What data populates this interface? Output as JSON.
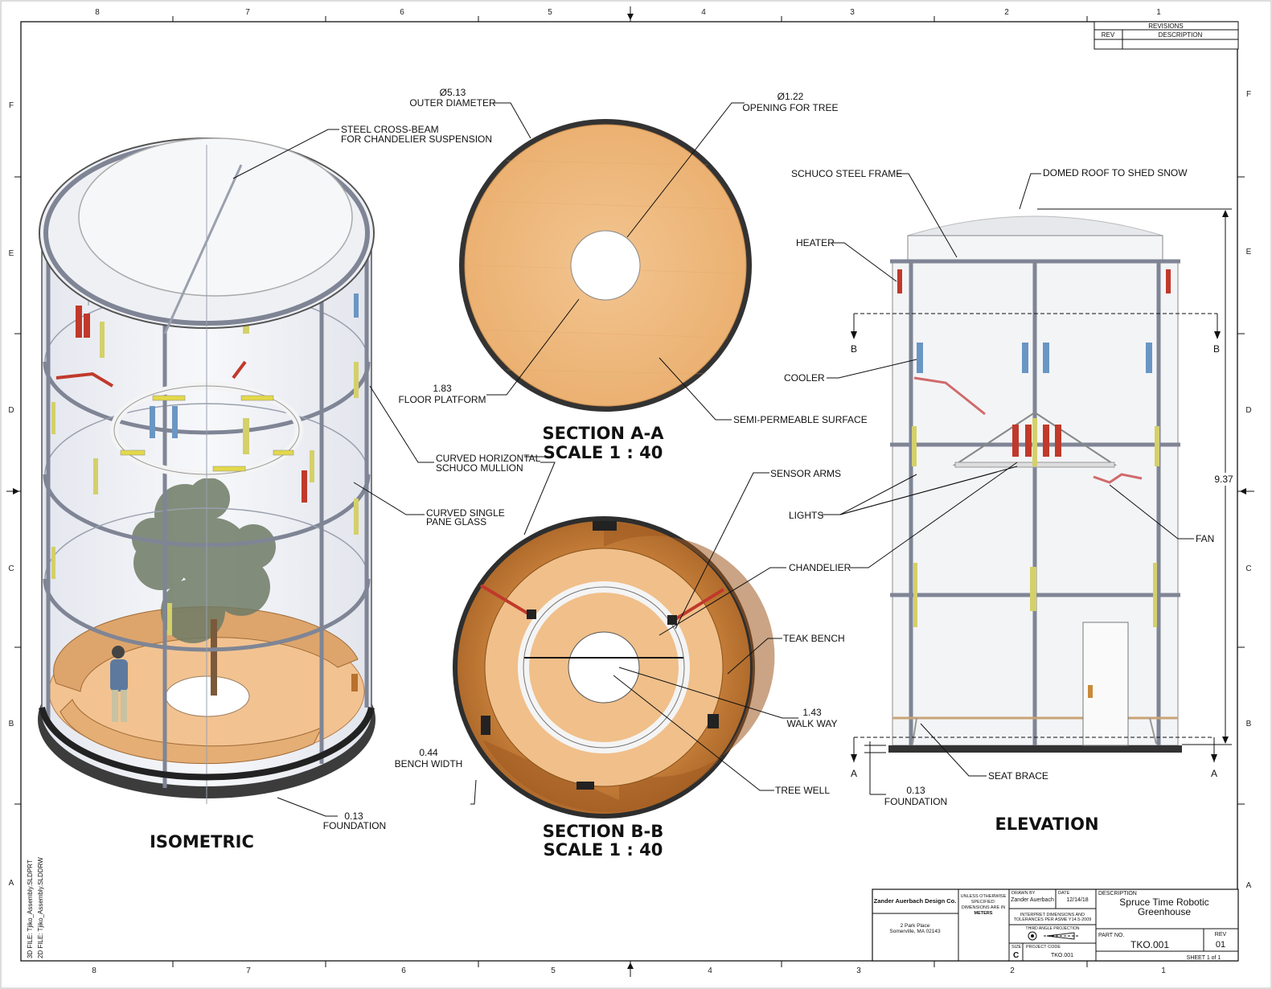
{
  "zones": {
    "top": [
      "8",
      "7",
      "6",
      "5",
      "4",
      "3",
      "2",
      "1"
    ],
    "bottom": [
      "8",
      "7",
      "6",
      "5",
      "4",
      "3",
      "2",
      "1"
    ],
    "side": [
      "F",
      "E",
      "D",
      "C",
      "B",
      "A"
    ]
  },
  "revisions": {
    "title": "REVISIONS",
    "rev": "REV",
    "description": "DESCRIPTION"
  },
  "file_labels": {
    "part": "3D FILE:  Tjiko_Assembly.SLDPRT",
    "drawing": "2D FILE:  Tjiko_Assembly.SLDDRW"
  },
  "views": {
    "isometric": "ISOMETRIC",
    "section_a_title": "SECTION A-A",
    "section_a_scale": "SCALE 1 : 40",
    "section_b_title": "SECTION B-B",
    "section_b_scale": "SCALE 1 : 40",
    "elevation": "ELEVATION"
  },
  "iso_callouts": {
    "crossbeam_1": "STEEL CROSS-BEAM",
    "crossbeam_2": "FOR CHANDELIER SUSPENSION",
    "mullion_1": "CURVED HORIZONTAL",
    "mullion_2": "SCHUCO MULLION",
    "glass_1": "CURVED SINGLE",
    "glass_2": "PANE GLASS",
    "foundation_value": "0.13",
    "foundation_label": "FOUNDATION"
  },
  "section_a_callouts": {
    "outer_symbol": "Ø5.13",
    "outer_label": "OUTER DIAMETER",
    "opening_symbol": "Ø1.22",
    "opening_label": "OPENING FOR TREE",
    "floor_value": "1.83",
    "floor_label": "FLOOR PLATFORM",
    "surface_label": "SEMI-PERMEABLE SURFACE"
  },
  "section_b_callouts": {
    "sensor_arms": "SENSOR ARMS",
    "chandelier": "CHANDELIER",
    "teak_bench": "TEAK BENCH",
    "walkway_value": "1.43",
    "walkway_label": "WALK WAY",
    "tree_well": "TREE WELL",
    "bench_value": "0.44",
    "bench_label": "BENCH WIDTH"
  },
  "elevation_callouts": {
    "frame": "SCHUCO STEEL FRAME",
    "roof": "DOMED ROOF TO SHED SNOW",
    "heater": "HEATER",
    "cooler": "COOLER",
    "lights": "LIGHTS",
    "fan": "FAN",
    "seat_brace": "SEAT BRACE",
    "height": "9.37",
    "foundation_value": "0.13",
    "foundation_label": "FOUNDATION",
    "section_a": "A",
    "section_b": "B"
  },
  "title_block": {
    "company": "Zander Auerbach Design Co.",
    "address_1": "2 Park Place",
    "address_2": "Somerville, MA 02143",
    "note_1": "UNLESS OTHERWISE",
    "note_2": "SPECIFIED:",
    "note_3": "DIMENSIONS ARE IN",
    "note_4": "METERS",
    "drawn_by_label": "DRAWN BY",
    "drawn_by": "Zander Auerbach",
    "date_label": "DATE",
    "date": "12/14/18",
    "interpret_1": "INTERPRET DIMENSIONS AND",
    "interpret_2": "TOLERANCES PER ASME Y14.5-2009",
    "projection": "THIRD ANGLE PROJECTION",
    "size_label": "SIZE",
    "size": "C",
    "project_code_label": "PROJECT CODE",
    "project_code": "TKO.001",
    "description_label": "DESCRIPTION",
    "description_1": "Spruce Time Robotic",
    "description_2": "Greenhouse",
    "part_no_label": "PART NO.",
    "part_no": "TKO.001",
    "rev_label": "REV",
    "rev": "01",
    "sheet": "SHEET 1 of 1"
  },
  "colors": {
    "wood_light": "#f0bd86",
    "wood_dark": "#b8702f",
    "frame": "#7f8595",
    "glass": "#eef0f4",
    "accent_red": "#c0392b",
    "accent_blue": "#6a96c4",
    "accent_yellow": "#d4d06a"
  }
}
